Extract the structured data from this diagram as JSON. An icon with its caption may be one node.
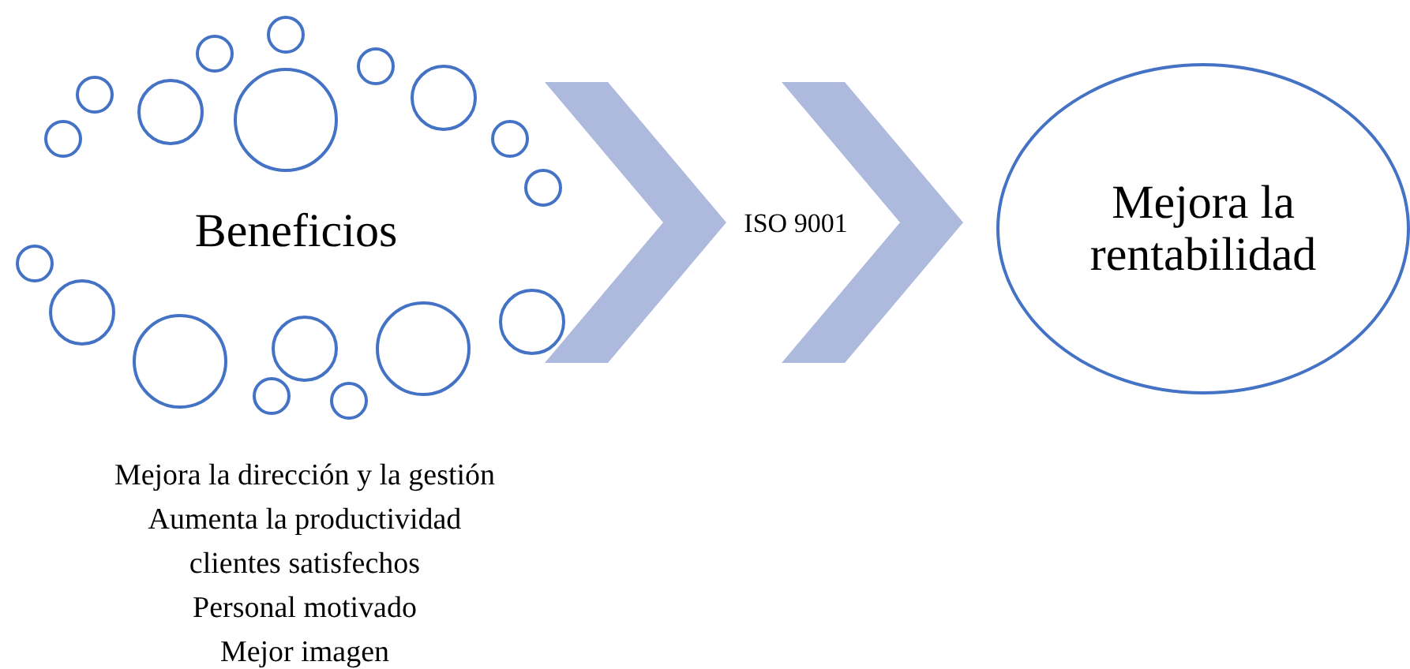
{
  "diagram": {
    "nodes": [
      {
        "text": [
          "Beneficios"
        ]
      },
      {
        "text": [
          "ISO 9001"
        ]
      },
      {
        "text": [
          "Mejora la rentabilidad"
        ]
      }
    ],
    "edges": [
      {
        "from": 0,
        "to": 1,
        "arrow": "to",
        "color": "#adb9dd"
      },
      {
        "from": 1,
        "to": 2,
        "arrow": "to",
        "color": "#adb9dd"
      }
    ],
    "labels": [
      "Mejora la dirección y la gestión",
      "Aumenta la productividad",
      "clientes satisfechos",
      "Personal motivado",
      "Mejor imagen"
    ]
  }
}
